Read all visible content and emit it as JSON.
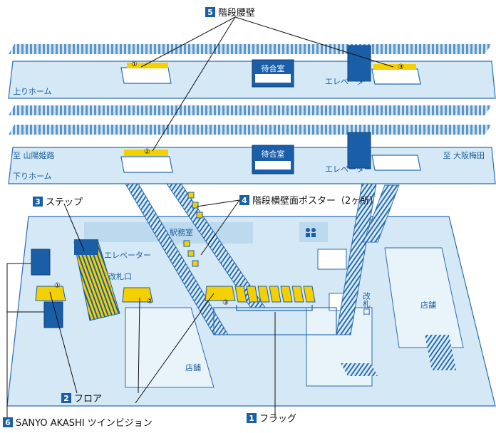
{
  "callouts": {
    "c1": {
      "num": "1",
      "label": "フラッグ"
    },
    "c2": {
      "num": "2",
      "label": "フロア"
    },
    "c3": {
      "num": "3",
      "label": "ステップ"
    },
    "c4": {
      "num": "4",
      "label": "階段横壁面ポスター（2ヶ所）"
    },
    "c5": {
      "num": "5",
      "label": "階段腰壁"
    },
    "c6": {
      "num": "6",
      "label": "SANYO AKASHI ツインビジョン"
    }
  },
  "platforms": {
    "upper": {
      "name": "上りホーム",
      "waiting_room": "待合室",
      "elevator": "エレベーター"
    },
    "lower": {
      "name": "下りホーム",
      "waiting_room": "待合室",
      "elevator": "エレベーター",
      "dir_west": "至 山陽姫路",
      "dir_east": "至 大阪梅田"
    }
  },
  "concourse": {
    "station_office": "駅務室",
    "elevator": "エレベーター",
    "ticket_gate_left": "改札口",
    "ticket_gate_right": "改札口",
    "shop_left": "店舗",
    "shop_right": "店舗"
  },
  "markers": {
    "m1": "①",
    "m2": "②",
    "m3": "③"
  },
  "colors": {
    "accent": "#1a5ea8",
    "floor": "#d5e8f5",
    "yellow": "#f5d000",
    "outline": "#2a6db3"
  }
}
